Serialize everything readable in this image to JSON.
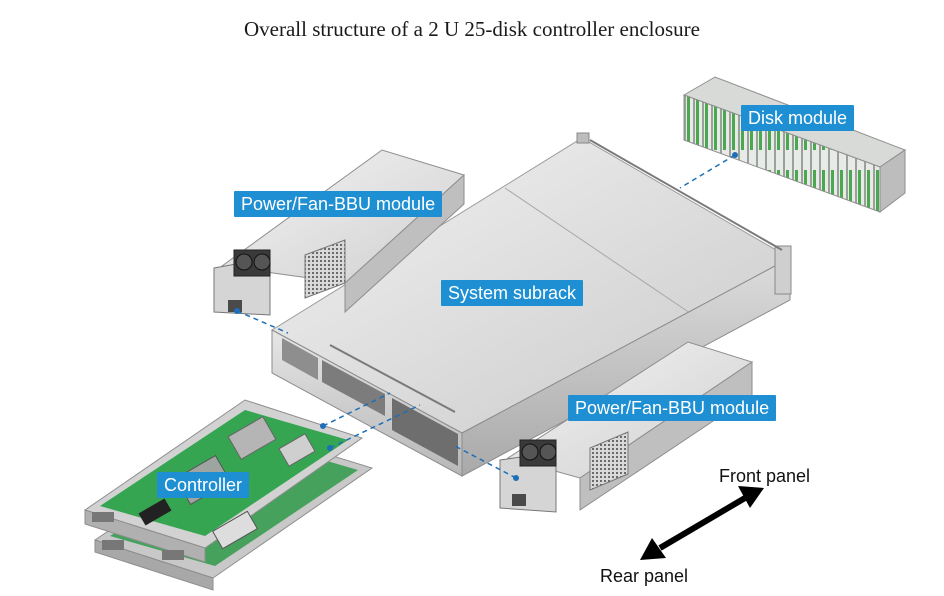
{
  "title": "Overall structure of a 2 U 25-disk controller enclosure",
  "callouts": {
    "disk_module": "Disk module",
    "power_fan_bbu_top": "Power/Fan-BBU module",
    "system_subrack": "System subrack",
    "power_fan_bbu_bottom": "Power/Fan-BBU module",
    "controller": "Controller"
  },
  "orientation": {
    "front_panel": "Front panel",
    "rear_panel": "Rear panel"
  },
  "colors": {
    "callout_bg": "#1e8fd2",
    "callout_text": "#ffffff",
    "leader_line": "#1e6fb8",
    "pcb_green": "#2f9a4a"
  }
}
